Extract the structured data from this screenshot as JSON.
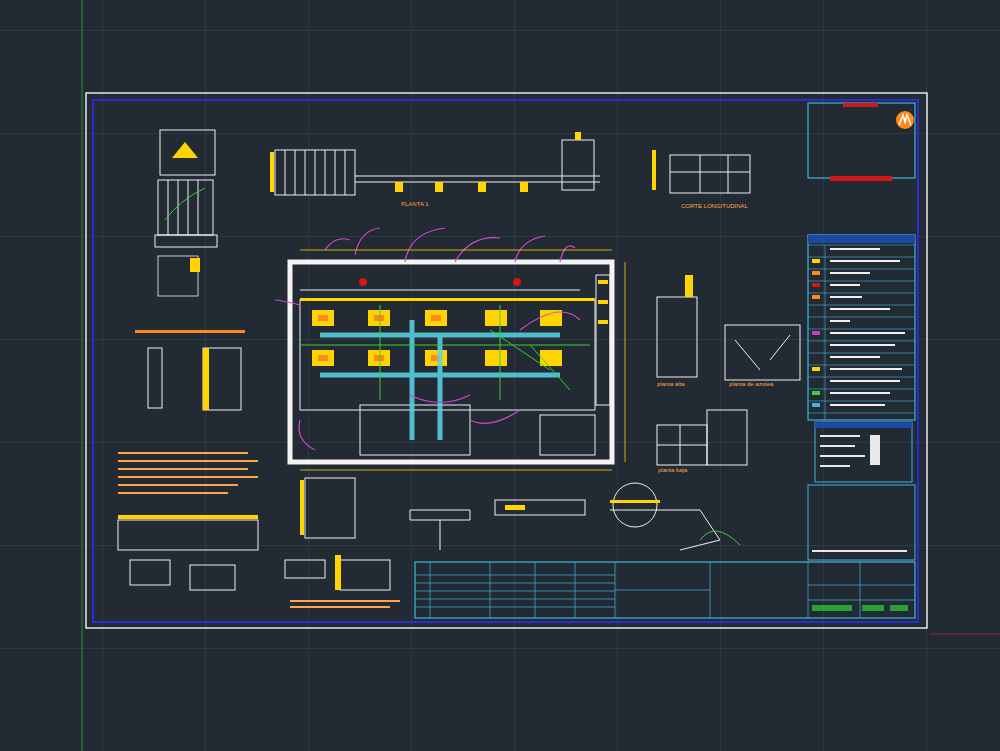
{
  "diagram": {
    "labels": [
      "PLANTA 1",
      "CORTE LONGITUDINAL",
      "planta alta",
      "planta de azotea",
      "planta baja"
    ]
  }
}
